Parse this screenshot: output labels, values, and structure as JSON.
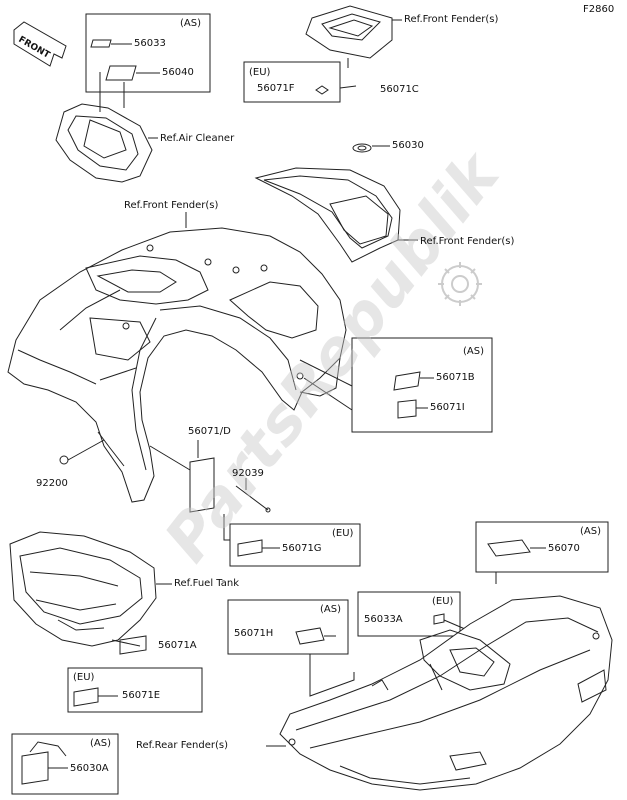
{
  "figure_code": "F2860",
  "direction": "FRONT",
  "watermark": "PartsRepublik",
  "tags": {
    "as": "(AS)",
    "eu": "(EU)"
  },
  "refs": {
    "front_fender_top": "Ref.Front Fender(s)",
    "air_cleaner": "Ref.Air Cleaner",
    "front_fender_left": "Ref.Front Fender(s)",
    "front_fender_right": "Ref.Front Fender(s)",
    "fuel_tank": "Ref.Fuel Tank",
    "rear_fender": "Ref.Rear Fender(s)"
  },
  "parts": {
    "p56033": "56033",
    "p56040": "56040",
    "p56071F": "56071F",
    "p56071C": "56071C",
    "p56030": "56030",
    "p56071B": "56071B",
    "p56071I": "56071I",
    "p56071D": "56071/D",
    "p92039": "92039",
    "p92200": "92200",
    "p56071G": "56071G",
    "p56070": "56070",
    "p56033A": "56033A",
    "p56071H": "56071H",
    "p56071A": "56071A",
    "p56071E": "56071E",
    "p56030A": "56030A"
  },
  "colors": {
    "line": "#222222",
    "watermark": "#c8c8c8"
  }
}
